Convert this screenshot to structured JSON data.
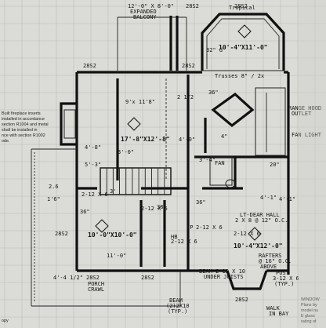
{
  "notes": {
    "fireplace_lines": [
      "Built fireplace inserts",
      "installed in accordance",
      "section R1004 and metal",
      "shall be installed in",
      "nce with section R1002",
      "ode."
    ],
    "bottom_left": "opy",
    "bottom_right_lines": [
      "WINDOW",
      "Plans by",
      "model nu",
      "E glass",
      "rating of"
    ]
  },
  "labels": {
    "balcony": [
      "12'-0\" X 8'-0\"",
      "EXPANDED",
      "BALCONY"
    ],
    "balcony_dims_top": [
      "28S2",
      "28S2"
    ],
    "bay_room_dim": "10'-4\"X11'-0\"",
    "bay_room_note": "32\" d",
    "bay_room_top": "Tropical",
    "rafters_top": "Trusses 8\" / 2x",
    "great_room_dim": "17'-8\"X12'-8\"",
    "great_room_ceiling": "9'x 11'8\"",
    "dining_dim": "10'-0\"X10'-0\"",
    "bedroom_dim": "10'-4\"X12'-0\"",
    "hall_label": [
      "LT-DEAR HALL",
      "2 X 8 @ 12\" O.C."
    ],
    "rafters_label": [
      "RAFTERS",
      "@ 16\" O.C.",
      "ABOVE"
    ],
    "porch_label": [
      "PORCH",
      "CRAWL"
    ],
    "fan_label": "FAN",
    "beam_label": [
      "BEAM 2-12 X 10",
      "UNDER JOISTS"
    ],
    "post_label": [
      "POST",
      "3-12 X 6",
      "(TYP.)"
    ],
    "walk_in_bay": [
      "WALK",
      "IN BAY"
    ],
    "beam_bottom": [
      "BEAM",
      "(2)2X10",
      "(TYP.)"
    ],
    "range_hood": [
      "RANGE HOOD",
      "OUTLET"
    ],
    "fan_light": "FAN LIGHT",
    "dims": [
      "28S2",
      "28S2",
      "28S2",
      "28S2",
      "28S2",
      "4'-8\"",
      "5'-3\"",
      "3'-0\"",
      "11'-0\"",
      "4'-0\"",
      "36\"",
      "36\"",
      "38\"",
      "2 1/2",
      "3'",
      "3'-4\"",
      "4\"",
      "28S2",
      "2.6",
      "1'6\"",
      "4'-4 1/2\"",
      "2-12 X 6",
      "2-12 X 6",
      "2-12 X 6",
      "2-12 X 6",
      "2-12 X 6",
      "4'-1\"",
      "4'-1\"",
      "20\"",
      "36\"",
      "HB",
      "FP"
    ]
  }
}
